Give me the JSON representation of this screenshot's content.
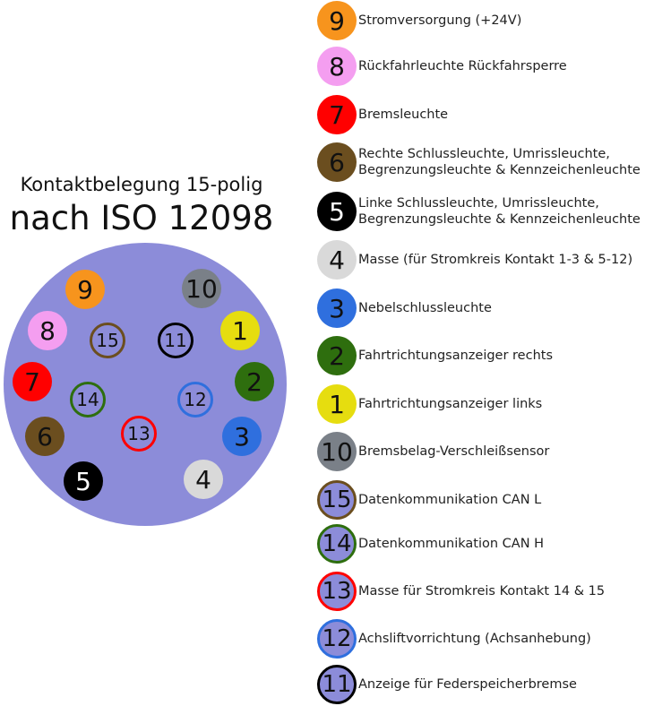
{
  "title_line1": "Kontaktbelegung 15-polig",
  "title_line2": "nach ISO 12098",
  "colors": {
    "connector_face": "#8c8cd9",
    "orange": "#f7941d",
    "pink": "#f49ef0",
    "red": "#ff0000",
    "brown": "#6b4e1f",
    "black": "#000000",
    "light_grey": "#d9d9d9",
    "blue": "#2f6fde",
    "green": "#2e6e0e",
    "yellow": "#e6dd0f",
    "dark_grey": "#7a8088"
  },
  "pins": [
    {
      "number": "9",
      "style": "filled",
      "color": "#f7941d"
    },
    {
      "number": "10",
      "style": "filled",
      "color": "#7a8088"
    },
    {
      "number": "8",
      "style": "filled",
      "color": "#f49ef0"
    },
    {
      "number": "15",
      "style": "ring",
      "color": "#6b4e1f"
    },
    {
      "number": "11",
      "style": "ring",
      "color": "#000000"
    },
    {
      "number": "1",
      "style": "filled",
      "color": "#e6dd0f"
    },
    {
      "number": "7",
      "style": "filled",
      "color": "#ff0000"
    },
    {
      "number": "14",
      "style": "ring",
      "color": "#2e6e0e"
    },
    {
      "number": "12",
      "style": "ring",
      "color": "#2f6fde"
    },
    {
      "number": "2",
      "style": "filled",
      "color": "#2e6e0e"
    },
    {
      "number": "6",
      "style": "filled",
      "color": "#6b4e1f"
    },
    {
      "number": "13",
      "style": "ring",
      "color": "#ff0000"
    },
    {
      "number": "3",
      "style": "filled",
      "color": "#2f6fde"
    },
    {
      "number": "5",
      "style": "filled",
      "color": "#000000",
      "light_text": true
    },
    {
      "number": "4",
      "style": "filled",
      "color": "#d9d9d9"
    }
  ],
  "legend": [
    {
      "number": "9",
      "style": "filled",
      "color": "#f7941d",
      "label": "Stromversorgung (+24V)"
    },
    {
      "number": "8",
      "style": "filled",
      "color": "#f49ef0",
      "label": "Rückfahrleuchte Rückfahrsperre"
    },
    {
      "number": "7",
      "style": "filled",
      "color": "#ff0000",
      "label": "Bremsleuchte"
    },
    {
      "number": "6",
      "style": "filled",
      "color": "#6b4e1f",
      "label": "Rechte Schlussleuchte, Umrissleuchte,\nBegrenzungsleuchte & Kennzeichenleuchte"
    },
    {
      "number": "5",
      "style": "filled",
      "color": "#000000",
      "light_text": true,
      "label": "Linke Schlussleuchte, Umrissleuchte,\nBegrenzungsleuchte & Kennzeichenleuchte"
    },
    {
      "number": "4",
      "style": "filled",
      "color": "#d9d9d9",
      "label": "Masse (für Stromkreis Kontakt 1-3 & 5-12)"
    },
    {
      "number": "3",
      "style": "filled",
      "color": "#2f6fde",
      "label": "Nebelschlussleuchte"
    },
    {
      "number": "2",
      "style": "filled",
      "color": "#2e6e0e",
      "label": "Fahrtrichtungsanzeiger rechts"
    },
    {
      "number": "1",
      "style": "filled",
      "color": "#e6dd0f",
      "label": "Fahrtrichtungsanzeiger links"
    },
    {
      "number": "10",
      "style": "filled",
      "color": "#7a8088",
      "label": "Bremsbelag-Verschleißsensor"
    },
    {
      "number": "15",
      "style": "ring",
      "color": "#6b4e1f",
      "label": "Datenkommunikation CAN L"
    },
    {
      "number": "14",
      "style": "ring",
      "color": "#2e6e0e",
      "label": "Datenkommunikation CAN H"
    },
    {
      "number": "13",
      "style": "ring",
      "color": "#ff0000",
      "label": "Masse für Stromkreis Kontakt 14 & 15"
    },
    {
      "number": "12",
      "style": "ring",
      "color": "#2f6fde",
      "label": "Achsliftvorrichtung (Achsanhebung)"
    },
    {
      "number": "11",
      "style": "ring",
      "color": "#000000",
      "label": "Anzeige für Federspeicherbremse"
    }
  ]
}
